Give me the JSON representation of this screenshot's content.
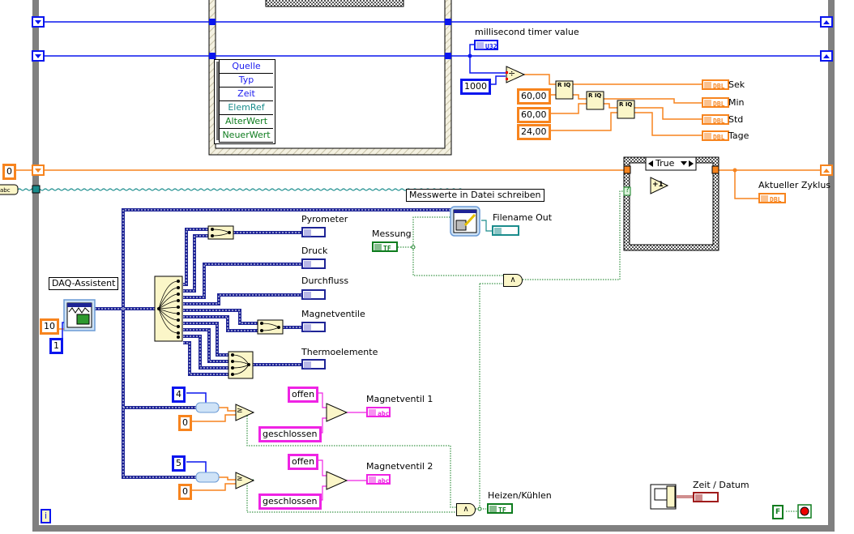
{
  "title": "LabVIEW Block Diagram",
  "colors": {
    "numeric_double": "#f7841e",
    "numeric_integer": "#0a16ee",
    "boolean": "#0e7c1e",
    "string": "#ef23e4",
    "path": "#1a8c8c",
    "waveform": "#1e2496",
    "timestamp": "#a01c1c",
    "structure_frame": "#808080"
  },
  "event_structure": {
    "event_data_node": [
      "Quelle",
      "Typ",
      "Zeit",
      "ElemRef",
      "AlterWert",
      "NeuerWert"
    ]
  },
  "timer": {
    "label": "millisecond timer value",
    "type": "U32",
    "divisor_constant": "1000",
    "constants": [
      "60,00",
      "60,00",
      "24,00"
    ],
    "outputs": [
      {
        "label": "Sek",
        "type": "DBL"
      },
      {
        "label": "Min",
        "type": "DBL"
      },
      {
        "label": "Std",
        "type": "DBL"
      },
      {
        "label": "Tage",
        "type": "DBL"
      }
    ]
  },
  "shift_register": {
    "initial_value": "0"
  },
  "case_structure": {
    "selector": "True",
    "increment": "+1",
    "terminal": "?"
  },
  "cycle_indicator": {
    "label": "Aktueller Zyklus",
    "type": "DBL"
  },
  "file_write": {
    "label": "Messwerte in Datei schreiben",
    "output_label": "Filename Out"
  },
  "messung": {
    "label": "Messung",
    "type": "TF"
  },
  "daq": {
    "label": "DAQ-Assistent",
    "samples_constant": "10",
    "rate_constant": "1"
  },
  "channels": [
    {
      "label": "Pyrometer"
    },
    {
      "label": "Druck"
    },
    {
      "label": "Durchfluss"
    },
    {
      "label": "Magnetventile"
    },
    {
      "label": "Thermoelemente"
    }
  ],
  "valves": [
    {
      "index": "4",
      "threshold": "0",
      "true_string": "offen",
      "false_string": "geschlossen",
      "label": "Magnetventil 1",
      "type": "abc"
    },
    {
      "index": "5",
      "threshold": "0",
      "true_string": "offen",
      "false_string": "geschlossen",
      "label": "Magnetventil 2",
      "type": "abc"
    }
  ],
  "heating": {
    "label": "Heizen/Kühlen",
    "type": "TF"
  },
  "datetime": {
    "label": "Zeit / Datum"
  },
  "stop": {
    "constant": "F"
  },
  "iteration_terminal": "i",
  "and_symbol": "∧",
  "divide_symbol": "÷",
  "quotient_symbol": "R IQ",
  "compare_symbol": "≥"
}
